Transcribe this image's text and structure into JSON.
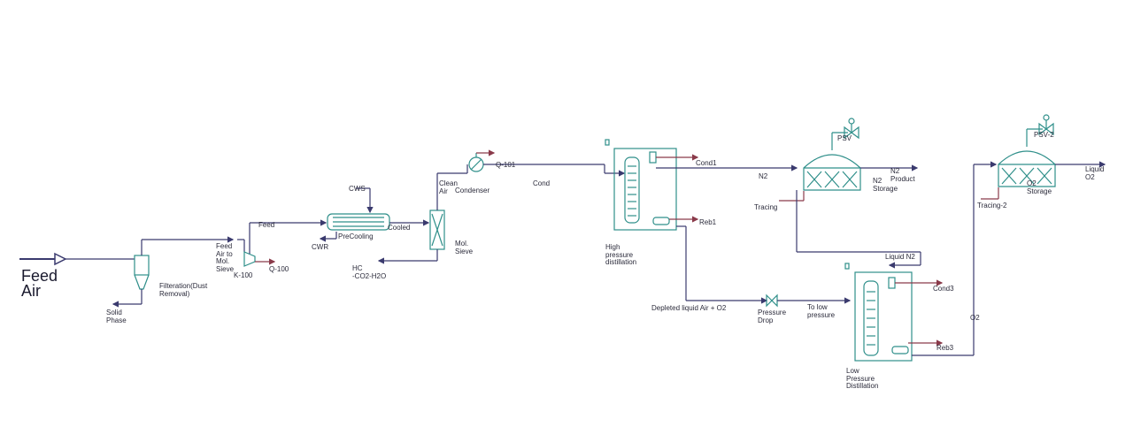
{
  "colors": {
    "equipment": "#2f8f8a",
    "material_stream": "#3a3a6e",
    "energy_stream": "#8a3a4a",
    "background": "#ffffff"
  },
  "labels": {
    "feed_air": "Feed\nAir",
    "solid_phase": "Solid\nPhase",
    "filtration": "Filteration(Dust\nRemoval)",
    "feed_air_to_mol_sieve": "Feed\nAir to\nMol.\nSieve",
    "k100": "K-100",
    "q100": "Q-100",
    "feed": "Feed",
    "cws": "CWS",
    "cwr": "CWR",
    "precooling": "PreCooling",
    "cooled": "Cooled",
    "mol_sieve": "Mol.\nSieve",
    "hc_co2_h2o": "HC\n-CO2-H2O",
    "clean_air": "Clean\nAir",
    "q101": "Q-101",
    "condenser": "Condenser",
    "cond": "Cond",
    "cond1": "Cond1",
    "reb1": "Reb1",
    "hp_distillation": "High\npressure\ndistillation",
    "n2": "N2",
    "psv": "PSV",
    "n2_product": "N2\nProduct",
    "n2_storage": "N2\nStorage",
    "tracing": "Tracing",
    "liquid_n2": "Liquid N2",
    "depleted_liquid_air": "Depleted liquid Air + O2",
    "pressure_drop": "Pressure\nDrop",
    "to_low_pressure": "To low\npressure",
    "cond3": "Cond3",
    "reb3": "Reb3",
    "lp_distillation": "Low\nPressure\nDistillation",
    "o2": "O2",
    "psv2": "PSV-2",
    "tracing2": "Tracing-2",
    "o2_storage": "O2\nStorage",
    "liquid_o2": "Liquid\nO2"
  }
}
